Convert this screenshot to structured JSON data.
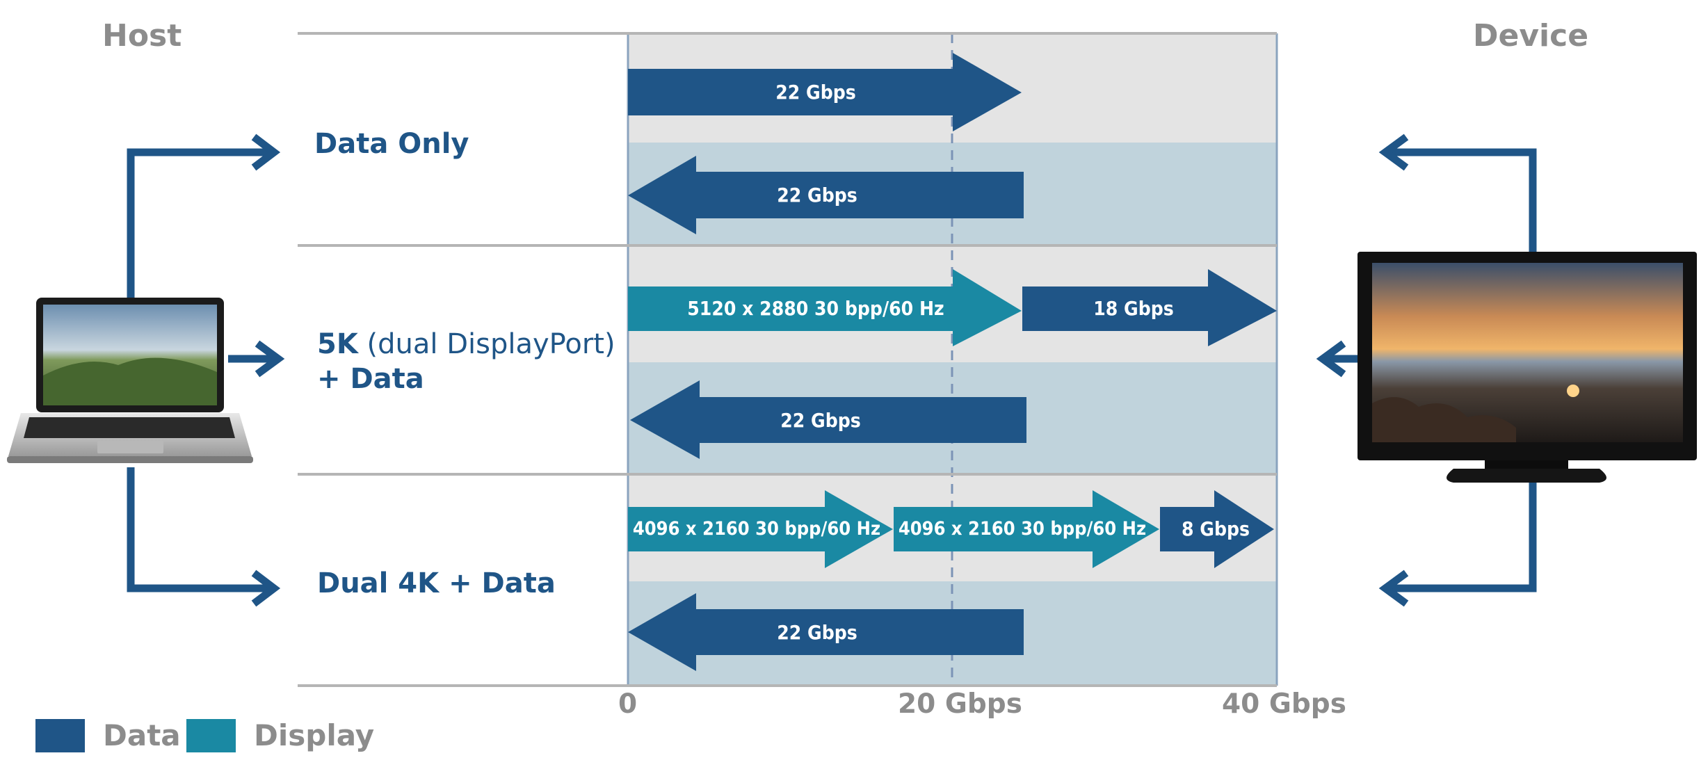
{
  "headers": {
    "host": "Host",
    "device": "Device"
  },
  "rows": [
    {
      "name_bold": "Data Only",
      "name_light": "",
      "name_bold2": ""
    },
    {
      "name_bold": "5K",
      "name_light": " (dual DisplayPort) ",
      "name_bold2": "+ Data"
    },
    {
      "name_bold": "Dual 4K + Data",
      "name_light": "",
      "name_bold2": ""
    }
  ],
  "arrows": {
    "r1_out": "22 Gbps",
    "r1_in": "22 Gbps",
    "r2_out_display": "5120 x 2880 30 bpp/60 Hz",
    "r2_out_data": "18 Gbps",
    "r2_in": "22 Gbps",
    "r3_out_display1": "4096 x 2160 30 bpp/60 Hz",
    "r3_out_display2": "4096 x 2160 30 bpp/60 Hz",
    "r3_out_data": "8 Gbps",
    "r3_in": "22 Gbps"
  },
  "axis": {
    "zero": "0",
    "mid": "20 Gbps",
    "max": "40 Gbps"
  },
  "legend": {
    "data": "Data",
    "display": "Display"
  },
  "colors": {
    "data": "#1f5587",
    "display": "#1a89a3",
    "band_light": "#e4e4e4",
    "band_blue": "#c0d3dc"
  }
}
